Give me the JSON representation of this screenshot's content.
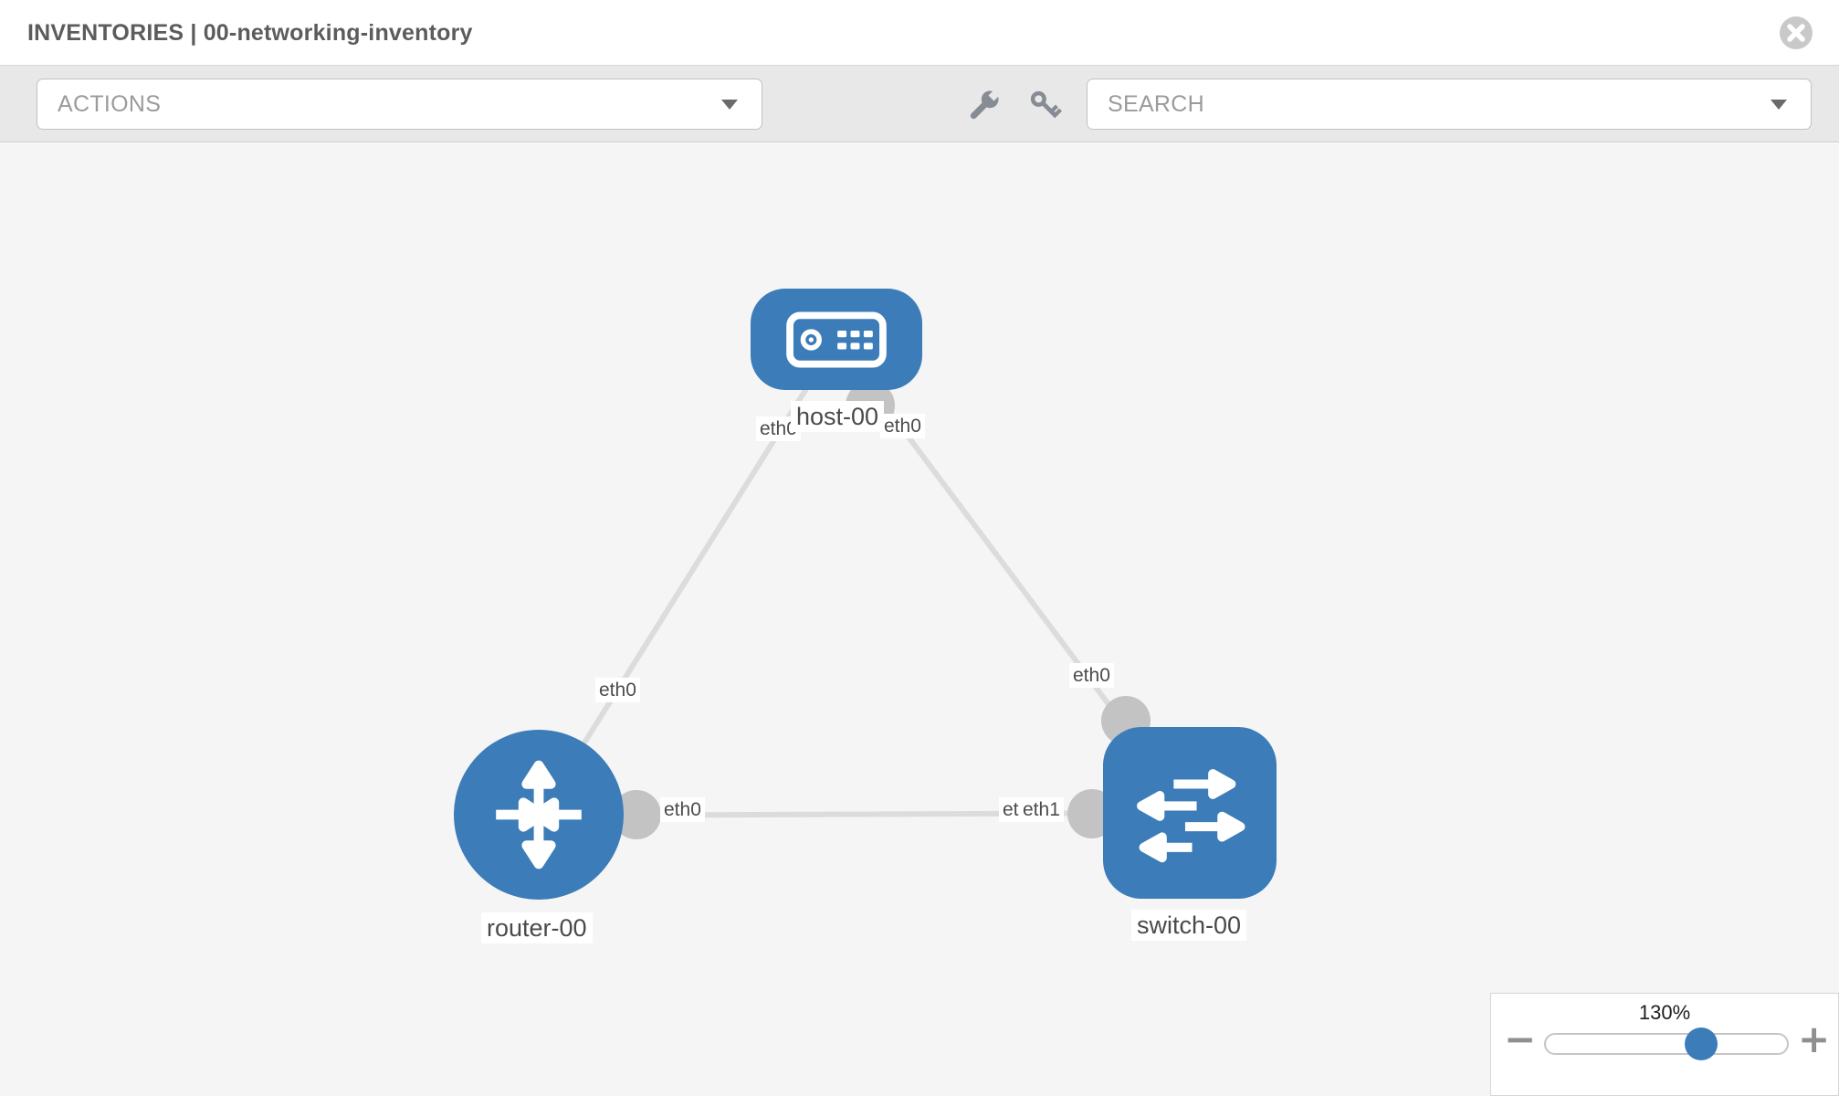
{
  "header": {
    "title": "INVENTORIES | 00-networking-inventory"
  },
  "toolbar": {
    "actions_dropdown": {
      "label": "ACTIONS"
    },
    "search_dropdown": {
      "label": "SEARCH"
    },
    "icons": [
      "wrench-icon",
      "key-icon"
    ]
  },
  "canvas": {
    "nodes": [
      {
        "name": "host-00",
        "type": "host"
      },
      {
        "name": "router-00",
        "type": "router"
      },
      {
        "name": "switch-00",
        "type": "switch"
      }
    ],
    "links": [
      {
        "from": "router-00",
        "from_interface": "eth0",
        "to": "host-00",
        "to_interface": "eth0"
      },
      {
        "from": "host-00",
        "from_interface": "eth0",
        "to": "switch-00",
        "to_interface": "eth0"
      },
      {
        "from": "router-00",
        "from_interface": "eth0",
        "to": "switch-00",
        "to_interface": "eth1",
        "obscured_interface_label": "eth0"
      }
    ],
    "colors": {
      "node_blue": "#3b7cb9",
      "link_gray": "#dcdcdc",
      "connector_gray": "#c3c3c3",
      "canvas_bg": "#f5f5f5"
    }
  },
  "zoom_control": {
    "level_label": "130%",
    "value_percent": 130,
    "minus_label": "−",
    "plus_label": "+"
  }
}
